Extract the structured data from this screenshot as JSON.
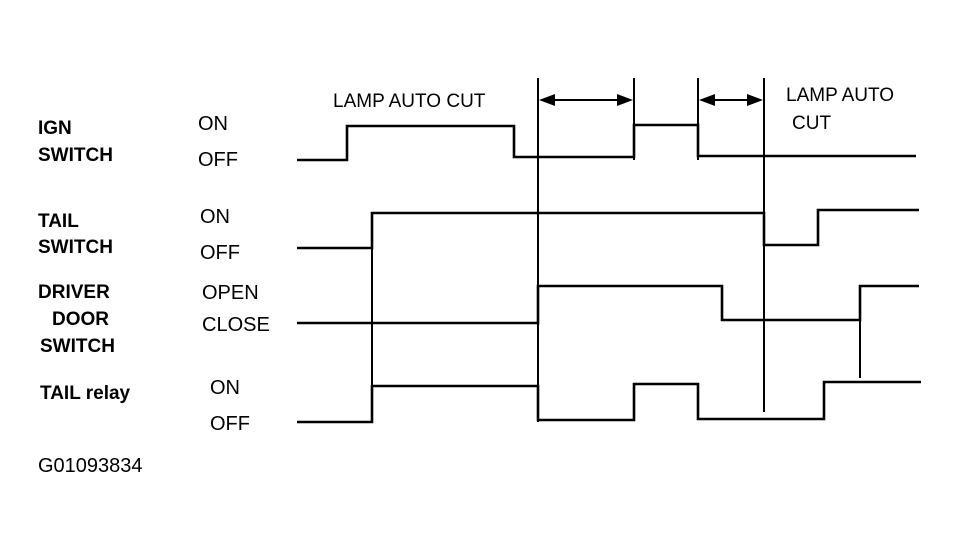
{
  "signals": [
    {
      "id": "ign",
      "name_lines": [
        "IGN",
        "SWITCH"
      ],
      "high_state": "ON",
      "low_state": "OFF"
    },
    {
      "id": "tail",
      "name_lines": [
        "TAIL",
        "SWITCH"
      ],
      "high_state": "ON",
      "low_state": "OFF"
    },
    {
      "id": "door",
      "name_lines": [
        "DRIVER",
        "DOOR",
        "SWITCH"
      ],
      "high_state": "OPEN",
      "low_state": "CLOSE"
    },
    {
      "id": "relay",
      "name_lines": [
        "TAIL relay"
      ],
      "high_state": "ON",
      "low_state": "OFF"
    }
  ],
  "annotations": {
    "lamp_auto_cut_1": "LAMP AUTO CUT",
    "lamp_auto_cut_2_line1": "LAMP AUTO",
    "lamp_auto_cut_2_line2": "CUT"
  },
  "figure_code": "G01093834"
}
